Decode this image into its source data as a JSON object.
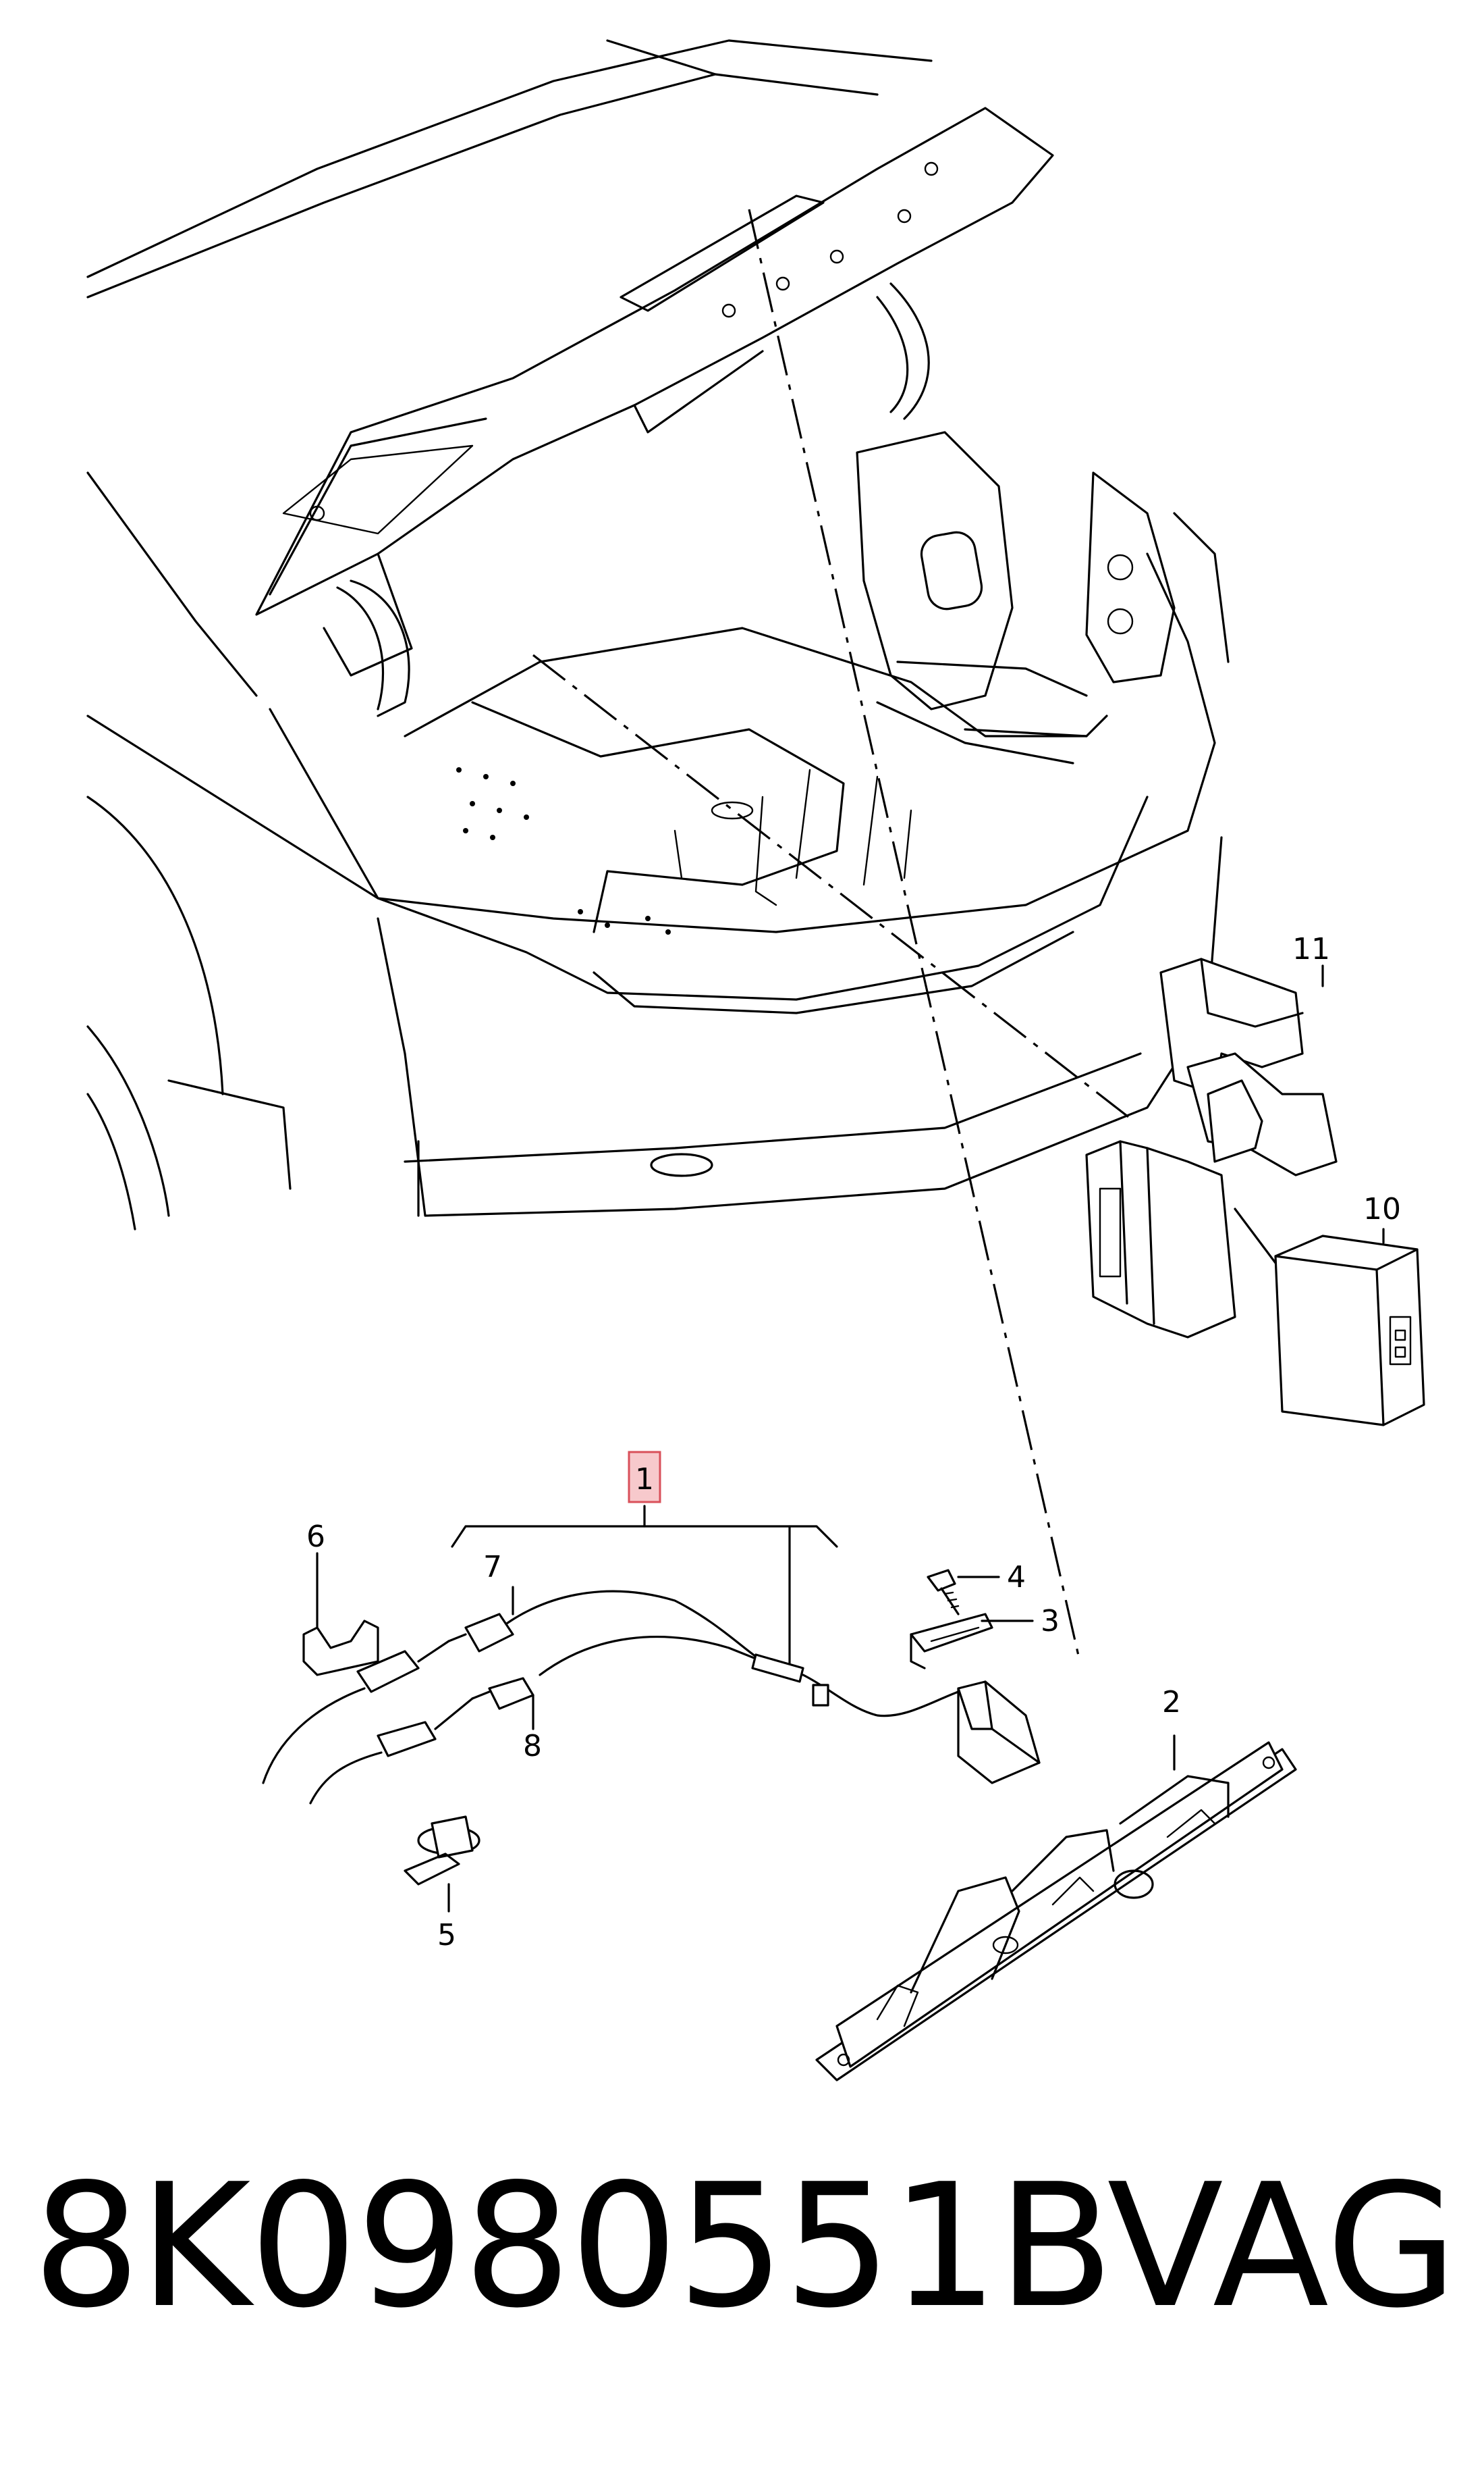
{
  "callouts": [
    {
      "id": "1",
      "label": "1",
      "highlighted": true
    },
    {
      "id": "2",
      "label": "2"
    },
    {
      "id": "3",
      "label": "3"
    },
    {
      "id": "4",
      "label": "4"
    },
    {
      "id": "5",
      "label": "5"
    },
    {
      "id": "6",
      "label": "6"
    },
    {
      "id": "7",
      "label": "7"
    },
    {
      "id": "8",
      "label": "8"
    },
    {
      "id": "10",
      "label": "10"
    },
    {
      "id": "11",
      "label": "11"
    }
  ],
  "footer": {
    "part_number": "8K0980551B",
    "brand": "VAG"
  },
  "colors": {
    "line": "#000000",
    "background": "#ffffff",
    "highlight_fill": "#f7c9cc",
    "highlight_stroke": "#d9505a"
  }
}
